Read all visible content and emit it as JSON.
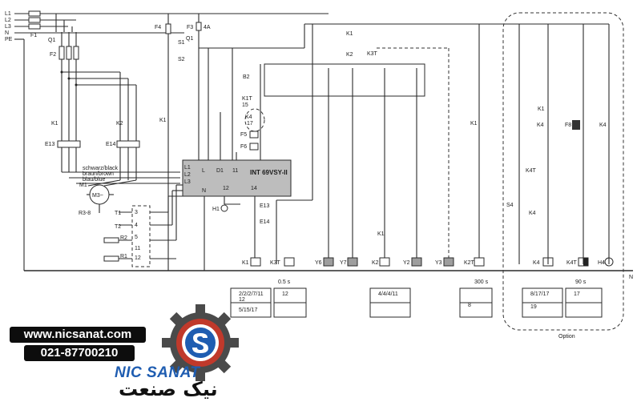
{
  "colors": {
    "wire": "#2a2a2a",
    "brand_blue": "#1f5db1",
    "brand_red": "#c0392b",
    "logo_gray": "#4a4a4a"
  },
  "labels": {
    "l1": "L1",
    "l2": "L2",
    "l3": "L3",
    "n_top": "N",
    "pe": "PE",
    "f1": "F1",
    "q1": "Q1",
    "f2": "F2",
    "f3": "F3",
    "f3_rating": "4A",
    "f4": "F4",
    "q1b": "Q1",
    "s1": "S1",
    "s2": "S2",
    "k1_a": "K1",
    "k2_a": "K2",
    "e13_a": "E13",
    "e14_a": "E14",
    "wires_note_1": "schwarz/black",
    "wires_note_2": "braun/brown",
    "wires_note_3": "blau/blue",
    "m1": "M1",
    "m3": "M3~",
    "r38": "R3-8",
    "t1": "T1",
    "t2": "T2",
    "r2": "R2",
    "r1": "R1",
    "b2": "B2",
    "kt1": "K1T",
    "k4_dash": "K4",
    "f5": "F5",
    "f6": "F6",
    "int": "INT 69VSY-II",
    "pin_l": "L",
    "pin_d1": "D1",
    "pin_11": "11",
    "pin_n": "N",
    "pin_12": "12",
    "pin_14": "14",
    "h1": "H1",
    "e13_b": "E13",
    "e14_b": "E14",
    "k1": "K1",
    "k3t": "K3T",
    "y6": "Y6",
    "y7": "Y7",
    "k2": "K2",
    "y2": "Y2",
    "y3": "Y3",
    "k2t": "K2T",
    "k4": "K4",
    "k4t": "K4T",
    "h4": "H4",
    "f8": "F8",
    "s4": "S4",
    "n_end": "N",
    "t_05s": "0.5 s",
    "t_300s": "300 s",
    "t_90s": "90 s",
    "option": "Option"
  },
  "tables": {
    "t1": {
      "r1": "2/2/2/7/11",
      "r2": "12",
      "r3": "5/15/17",
      "r4": "12"
    },
    "t2": {
      "r1": "4/4/4/11"
    },
    "t3": {
      "r1": "8"
    },
    "t4": {
      "r1": "8/17/17",
      "r2": "19",
      "r3": "17"
    }
  },
  "brand": {
    "url": "www.nicsanat.com",
    "phone": "021-87700210",
    "name_en": "NIC SANAT",
    "name_fa": "نیک صنعت"
  }
}
